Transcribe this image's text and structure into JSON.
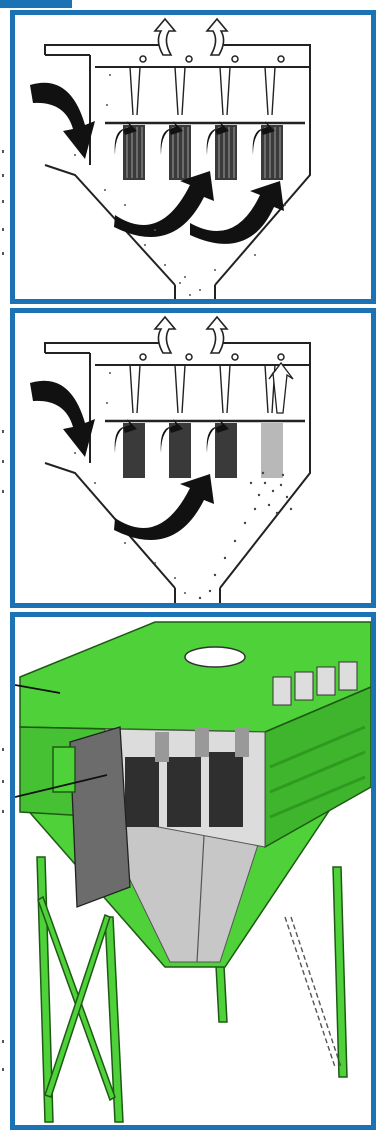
{
  "colors": {
    "frame_border": "#1b73b6",
    "corner_tab": "#1b73b6",
    "housing_green": "#4fd13a",
    "housing_green_dark": "#2f9a20",
    "interior_grey": "#c7c7c7",
    "filter_dark": "#3a3a3a",
    "arrow_black": "#111111"
  },
  "panels": [
    {
      "id": "airflow-filtering",
      "icons": [
        "inlet-arrow-icon",
        "upflow-arrow-icon",
        "exhaust-arrow-icon"
      ]
    },
    {
      "id": "pulse-cleaning",
      "icons": [
        "inlet-arrow-icon",
        "upflow-arrow-icon",
        "exhaust-arrow-icon",
        "pulse-jet-icon"
      ]
    },
    {
      "id": "cutaway-illustration",
      "icons": [
        "leader-line-icon"
      ]
    }
  ]
}
